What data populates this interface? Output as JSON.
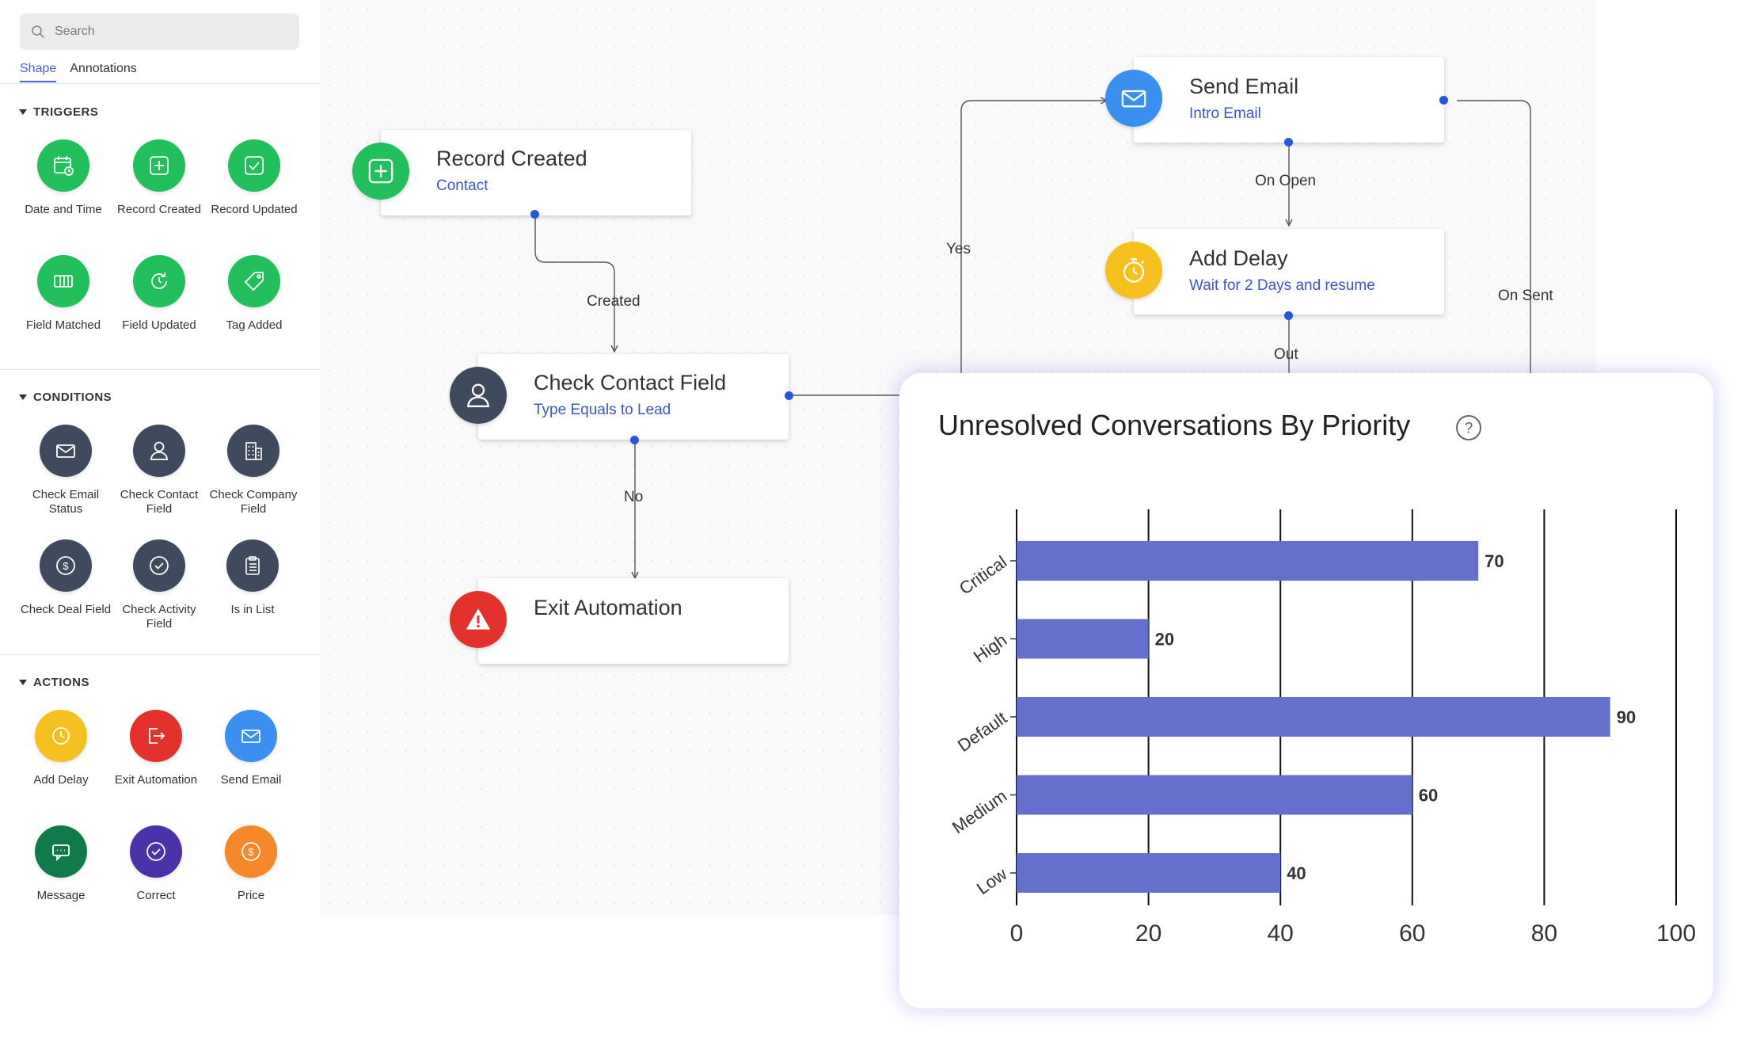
{
  "sidebar": {
    "search_placeholder": "Search",
    "tabs": [
      {
        "label": "Shape"
      },
      {
        "label": "Annotations"
      }
    ],
    "sections": {
      "triggers": {
        "title": "TRIGGERS",
        "items": [
          {
            "label": "Date and Time",
            "icon": "calendar-clock-icon"
          },
          {
            "label": "Record Created",
            "icon": "plus-square-icon"
          },
          {
            "label": "Record Updated",
            "icon": "check-square-icon"
          },
          {
            "label": "Field Matched",
            "icon": "columns-icon"
          },
          {
            "label": "Field Updated",
            "icon": "refresh-icon"
          },
          {
            "label": "Tag Added",
            "icon": "tag-icon"
          }
        ]
      },
      "conditions": {
        "title": "CONDITIONS",
        "items": [
          {
            "label": "Check Email Status",
            "icon": "envelope-icon"
          },
          {
            "label": "Check Contact Field",
            "icon": "user-icon"
          },
          {
            "label": "Check Company Field",
            "icon": "building-icon"
          },
          {
            "label": "Check Deal Field",
            "icon": "dollar-icon"
          },
          {
            "label": "Check Activity Field",
            "icon": "check-circle-icon"
          },
          {
            "label": "Is in List",
            "icon": "clipboard-list-icon"
          }
        ]
      },
      "actions": {
        "title": "ACTIONS",
        "items": [
          {
            "label": "Add Delay",
            "icon": "clock-icon"
          },
          {
            "label": "Exit Automation",
            "icon": "exit-icon"
          },
          {
            "label": "Send Email",
            "icon": "envelope-icon"
          },
          {
            "label": "Message",
            "icon": "chat-icon"
          },
          {
            "label": "Correct",
            "icon": "check-circle-icon"
          },
          {
            "label": "Price",
            "icon": "dollar-icon"
          }
        ]
      }
    }
  },
  "flow": {
    "nodes": {
      "record_created": {
        "title": "Record Created",
        "subtitle": "Contact"
      },
      "check_contact": {
        "title": "Check Contact Field",
        "subtitle": "Type Equals to Lead"
      },
      "exit": {
        "title": "Exit Automation"
      },
      "send_email": {
        "title": "Send Email",
        "subtitle": "Intro Email"
      },
      "add_delay": {
        "title": "Add Delay",
        "subtitle": "Wait for 2 Days and resume"
      }
    },
    "edge_labels": {
      "created": "Created",
      "no": "No",
      "yes": "Yes",
      "on_open": "On Open",
      "out": "Out",
      "on_sent": "On Sent"
    }
  },
  "colors": {
    "accent": "#4a63d3",
    "bar": "#6470cb",
    "trigger": "#22c05b",
    "condition": "#3f4a5e",
    "warning": "#e2322b",
    "delay": "#f6c01e",
    "email": "#3b8ff0"
  },
  "chart_data": {
    "type": "bar",
    "orientation": "horizontal",
    "title": "Unresolved Conversations By Priority",
    "categories": [
      "Critical",
      "High",
      "Default",
      "Medium",
      "Low"
    ],
    "values": [
      70,
      20,
      90,
      60,
      40
    ],
    "xlim": [
      0,
      100
    ],
    "xticks": [
      0,
      20,
      40,
      60,
      80,
      100
    ],
    "grid": "vertical",
    "legend": "none"
  }
}
